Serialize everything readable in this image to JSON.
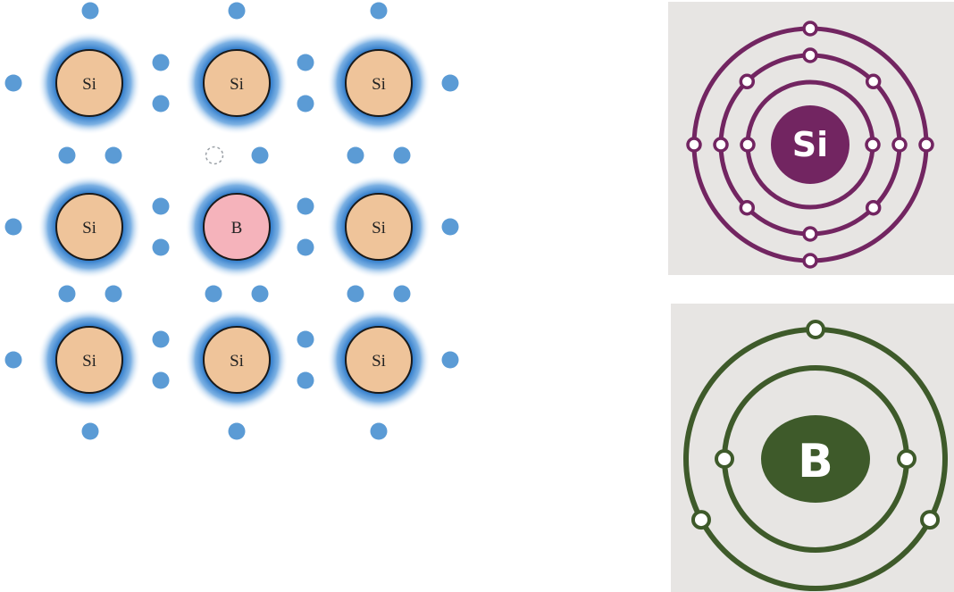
{
  "lattice": {
    "atoms": [
      {
        "symbol": "Si",
        "kind": "host"
      },
      {
        "symbol": "Si",
        "kind": "host"
      },
      {
        "symbol": "Si",
        "kind": "host"
      },
      {
        "symbol": "Si",
        "kind": "host"
      },
      {
        "symbol": "B",
        "kind": "dopant"
      },
      {
        "symbol": "Si",
        "kind": "host"
      },
      {
        "symbol": "Si",
        "kind": "host"
      },
      {
        "symbol": "Si",
        "kind": "host"
      },
      {
        "symbol": "Si",
        "kind": "host"
      }
    ],
    "hole_count": 1
  },
  "bohr_models": {
    "silicon": {
      "symbol": "Si",
      "shell_electrons": [
        2,
        8,
        4
      ]
    },
    "boron": {
      "symbol": "B",
      "shell_electrons": [
        2,
        3
      ]
    }
  },
  "colors": {
    "background": "#ffffff",
    "electron": "#5b9bd5",
    "atom_glow": "#1f6fc4",
    "host_atom_fill": "#efc49a",
    "dopant_atom_fill": "#f5b3bb",
    "silicon_model": "#722561",
    "boron_model": "#3e5a2a",
    "panel_background": "#e7e5e3"
  }
}
